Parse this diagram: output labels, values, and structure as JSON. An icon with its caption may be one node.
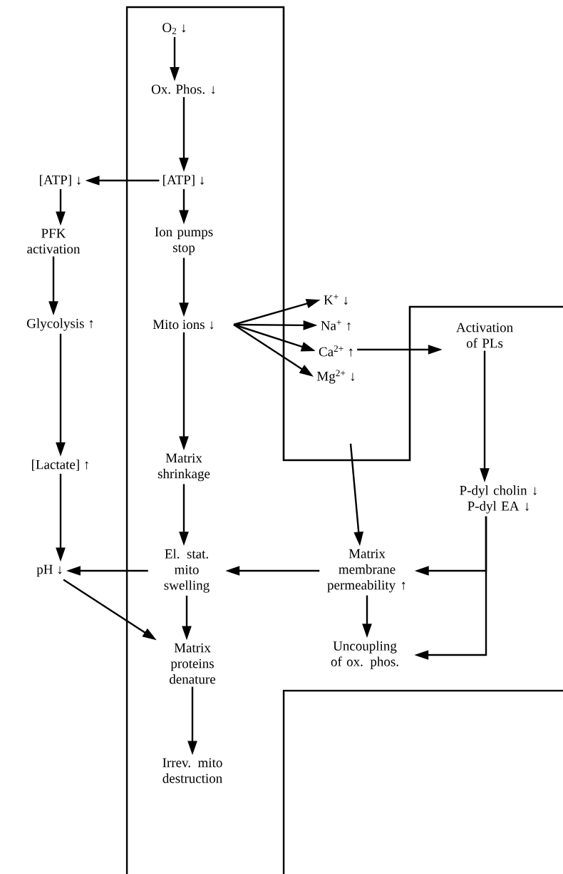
{
  "diagram": {
    "nodes": [
      {
        "text": [
          "O$_{2}$ ↓"
        ]
      },
      {
        "text": [
          "Ox. Phos. ↓"
        ]
      },
      {
        "text": [
          "[ATP] ↓"
        ]
      },
      {
        "text": [
          "[ATP] ↓"
        ]
      },
      {
        "text": [
          "Ion pumps stop"
        ]
      },
      {
        "text": [
          "PFK activation"
        ]
      },
      {
        "text": [
          "Mito ions ↓"
        ]
      },
      {
        "text": [
          "Glycolysis ↑"
        ]
      },
      {
        "text": [
          "K$^{+}$ ↓"
        ]
      },
      {
        "text": [
          "Na$^{+}$ ↑"
        ]
      },
      {
        "text": [
          "Ca$^{2+}$ ↑"
        ]
      },
      {
        "text": [
          "Mg$^{2+}$ ↓"
        ]
      },
      {
        "text": [
          "Activation of PLs"
        ]
      },
      {
        "text": [
          "Matrix shrinkage"
        ]
      },
      {
        "text": [
          "[Lactate] ↑"
        ]
      },
      {
        "text": [
          "P-dyl cholin ↓",
          "P-dyl EA ↓"
        ]
      },
      {
        "text": [
          "El. stat. mito swelling"
        ]
      },
      {
        "text": [
          "pH ↓"
        ]
      },
      {
        "text": [
          "Matrix membrane permeability ↑"
        ]
      },
      {
        "text": [
          "Matrix proteins denature"
        ]
      },
      {
        "text": [
          "Uncoupling of ox. phos."
        ]
      },
      {
        "text": [
          "Irrev. mito destruction"
        ]
      }
    ],
    "edges": [
      {
        "from": 0,
        "to": 1,
        "arrow": "to"
      },
      {
        "from": 1,
        "to": 2,
        "arrow": "to"
      },
      {
        "from": 2,
        "to": 3,
        "arrow": "to"
      },
      {
        "from": 2,
        "to": 4,
        "arrow": "to"
      },
      {
        "from": 3,
        "to": 5,
        "arrow": "to"
      },
      {
        "from": 4,
        "to": 6,
        "arrow": "to"
      },
      {
        "from": 5,
        "to": 7,
        "arrow": "to"
      },
      {
        "from": 6,
        "to": 8,
        "arrow": "to"
      },
      {
        "from": 6,
        "to": 9,
        "arrow": "to"
      },
      {
        "from": 6,
        "to": 10,
        "arrow": "to"
      },
      {
        "from": 6,
        "to": 11,
        "arrow": "to"
      },
      {
        "from": 10,
        "to": 12,
        "arrow": "to"
      },
      {
        "from": 6,
        "to": 13,
        "arrow": "to"
      },
      {
        "from": 7,
        "to": 14,
        "arrow": "to"
      },
      {
        "from": 12,
        "to": 15,
        "arrow": "to"
      },
      {
        "from": 11,
        "to": 18,
        "arrow": "to"
      },
      {
        "from": 13,
        "to": 16,
        "arrow": "to"
      },
      {
        "from": 14,
        "to": 17,
        "arrow": "to"
      },
      {
        "from": 15,
        "to": 18,
        "arrow": "to"
      },
      {
        "from": 15,
        "to": 20,
        "arrow": "to"
      },
      {
        "from": 18,
        "to": 16,
        "arrow": "to"
      },
      {
        "from": 16,
        "to": 17,
        "arrow": "to"
      },
      {
        "from": 17,
        "to": 19,
        "arrow": "to"
      },
      {
        "from": 16,
        "to": 19,
        "arrow": "to"
      },
      {
        "from": 18,
        "to": 20,
        "arrow": "to"
      },
      {
        "from": 19,
        "to": 21,
        "arrow": "to"
      }
    ]
  }
}
